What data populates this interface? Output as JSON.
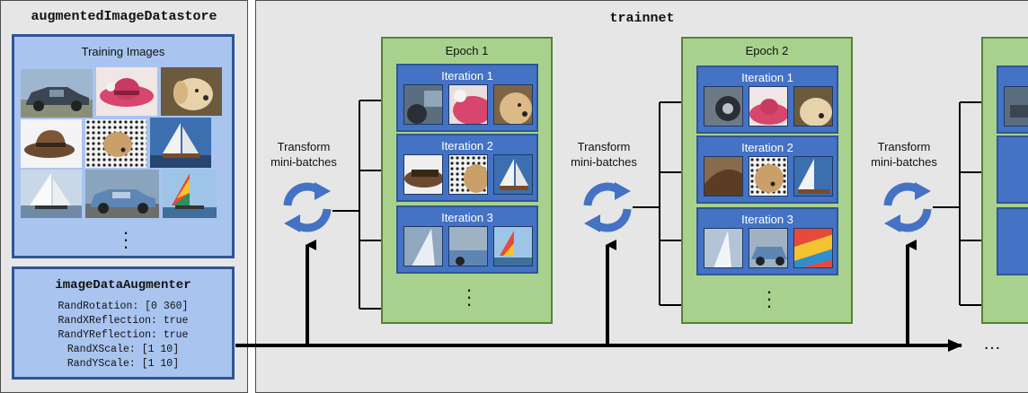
{
  "datastore": {
    "title": "augmentedImageDatastore",
    "images_label": "Training Images",
    "images": [
      "car",
      "pink-hat",
      "dog",
      "brown-hat",
      "dog-on-dots",
      "sailboat",
      "sailboat-white",
      "blue-car",
      "colorful-sail"
    ]
  },
  "augmenter": {
    "title": "imageDataAugmenter",
    "lines": [
      "RandRotation: [0 360]",
      "RandXReflection: true",
      "RandYReflection: true",
      "RandXScale: [1 10]",
      "RandYScale: [1 10]"
    ]
  },
  "trainnet": {
    "title": "trainnet",
    "transform_line1": "Transform",
    "transform_line2": "mini-batches",
    "continuation": "…",
    "epochs": [
      {
        "label": "Epoch 1",
        "iterations": [
          {
            "label": "Iteration 1",
            "images": [
              "car-crop",
              "pink-hat-crop",
              "dog-crop"
            ]
          },
          {
            "label": "Iteration 2",
            "images": [
              "brown-hat-crop",
              "dog-on-dots-crop",
              "sailboat-crop"
            ]
          },
          {
            "label": "Iteration 3",
            "images": [
              "sailboat-white-crop",
              "blue-car-crop",
              "colorful-sail-crop"
            ]
          }
        ]
      },
      {
        "label": "Epoch 2",
        "iterations": [
          {
            "label": "Iteration 1",
            "images": [
              "car-crop",
              "pink-hat-crop",
              "dog-crop"
            ]
          },
          {
            "label": "Iteration 2",
            "images": [
              "brown-hat-crop",
              "dog-on-dots-crop",
              "sailboat-crop"
            ]
          },
          {
            "label": "Iteration 3",
            "images": [
              "sailboat-white-crop",
              "blue-car-crop",
              "colorful-sail-crop"
            ]
          }
        ]
      }
    ]
  },
  "colors": {
    "panel": "#e6e6e6",
    "blue_box": "#a9c4ef",
    "blue_border": "#2f5597",
    "epoch_fill": "#a9d18e",
    "epoch_border": "#548235",
    "iteration_fill": "#4472c4",
    "cycle": "#4472c4"
  }
}
